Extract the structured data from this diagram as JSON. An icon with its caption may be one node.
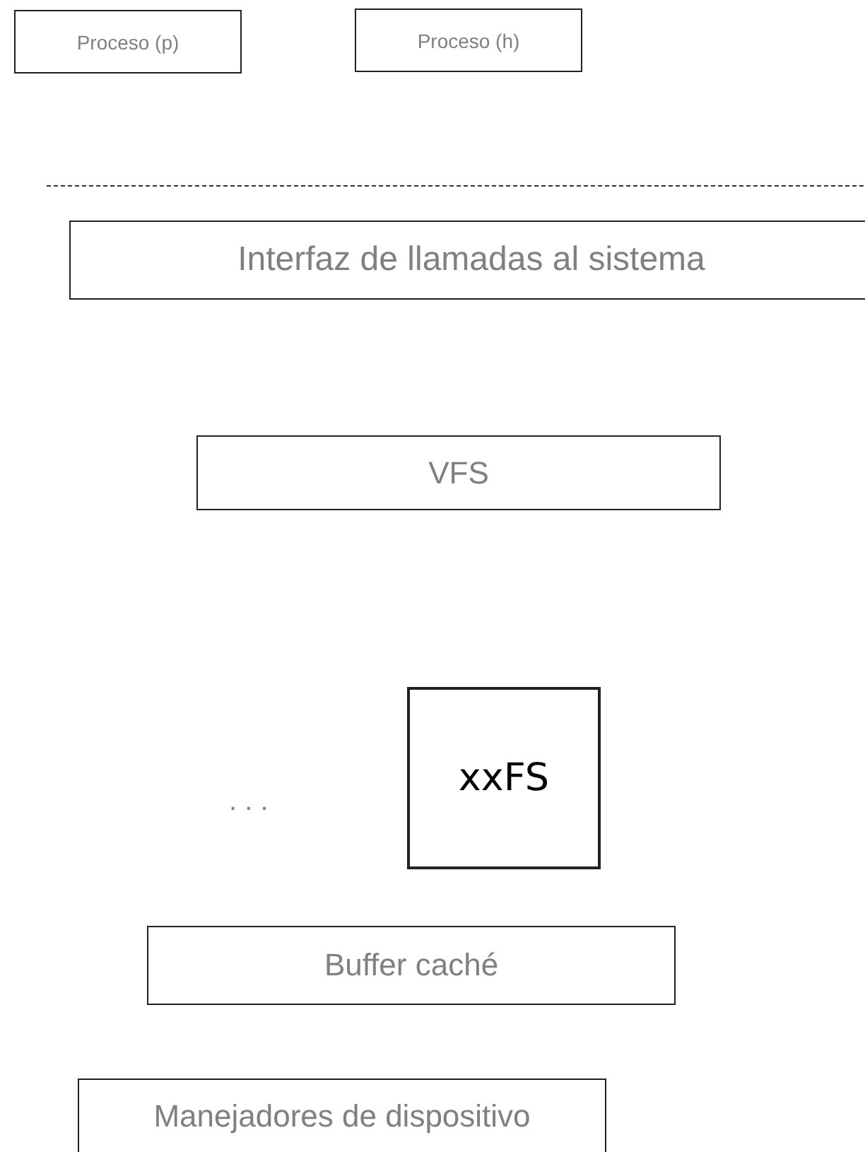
{
  "diagram": {
    "nodes": [
      {
        "text": [
          "Proceso (p)"
        ]
      },
      {
        "text": [
          "Proceso (h)"
        ]
      },
      {
        "text": [
          "Interfaz de llamadas al sistema"
        ]
      },
      {
        "text": [
          "VFS"
        ]
      },
      {
        "text": [
          "xxFS"
        ]
      },
      {
        "text": [
          "Buffer caché"
        ]
      },
      {
        "text": [
          "Manejadores de dispositivo"
        ]
      }
    ],
    "labels": [
      ". . ."
    ]
  }
}
